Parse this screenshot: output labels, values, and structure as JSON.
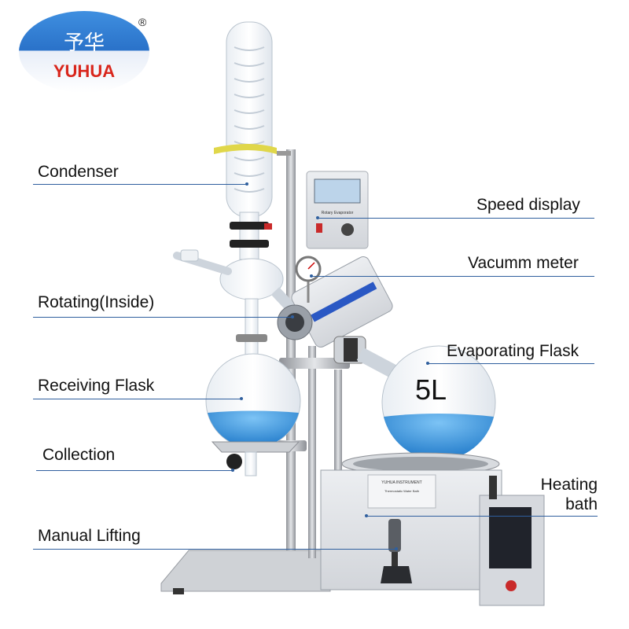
{
  "brand": {
    "logo_cn": "予华",
    "logo_en": "YUHUA",
    "registered_mark": "®",
    "colors": {
      "logo_blue": "#2a72c9",
      "logo_red": "#d9261c",
      "leader_blue": "#2f5f9e"
    }
  },
  "apparatus": {
    "flask_volume": "5L",
    "panel_title": "Rotary Evaporator",
    "bath_brand": "YUHUA INSTRUMENT",
    "bath_name": "Thermostatic Water Bath",
    "liquid_color": "#2f8fd8"
  },
  "callouts": {
    "condenser": "Condenser",
    "speed_display": "Speed display",
    "vacuum_meter": "Vacumm meter",
    "rotating": "Rotating(Inside)",
    "evaporating_flask": "Evaporating Flask",
    "receiving_flask": "Receiving Flask",
    "collection": "Collection",
    "heating_bath_line1": "Heating",
    "heating_bath_line2": "bath",
    "manual_lifting": "Manual Lifting"
  }
}
